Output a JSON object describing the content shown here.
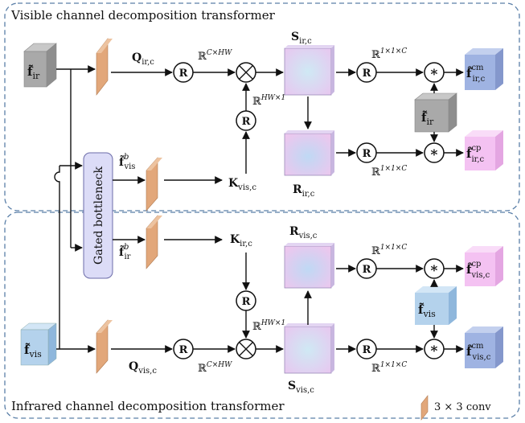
{
  "titles": {
    "top": "Visible channel decomposition transformer",
    "bottom": "Infrared channel decomposition transformer"
  },
  "legend": {
    "conv": "3 × 3 conv"
  },
  "gated": {
    "label": "Gated bottleneck"
  },
  "ops": {
    "reshape": "R",
    "matmul": "⊗",
    "mult": "*"
  },
  "top": {
    "input": {
      "main": "f̃",
      "sub": "ir"
    },
    "q": {
      "main": "Q",
      "sub": "ir,c"
    },
    "k": {
      "main": "K",
      "sub": "vis,c"
    },
    "s": {
      "main": "S",
      "sub": "ir,c"
    },
    "r": {
      "main": "R",
      "sub": "ir,c"
    },
    "fb": {
      "main": "f̃",
      "sup": "b",
      "sub": "vis"
    },
    "dim_chw": {
      "main": "ℝ",
      "sup": "C×HW"
    },
    "dim_hw1": {
      "main": "ℝ",
      "sup": "HW×1"
    },
    "dim_11c_a": {
      "main": "ℝ",
      "sup": "1×1×C"
    },
    "dim_11c_b": {
      "main": "ℝ",
      "sup": "1×1×C"
    },
    "mid_input": {
      "main": "f̃",
      "sub": "ir"
    },
    "out_cm": {
      "main": "f̂",
      "sup": "cm",
      "sub": "ir,c"
    },
    "out_cp": {
      "main": "f̂",
      "sup": "cp",
      "sub": "ir,c"
    }
  },
  "bottom": {
    "input": {
      "main": "f̃",
      "sub": "vis"
    },
    "q": {
      "main": "Q",
      "sub": "vis,c"
    },
    "k": {
      "main": "K",
      "sub": "ir,c"
    },
    "s": {
      "main": "S",
      "sub": "vis,c"
    },
    "r": {
      "main": "R",
      "sub": "vis,c"
    },
    "fb": {
      "main": "f̃",
      "sup": "b",
      "sub": "ir"
    },
    "dim_chw": {
      "main": "ℝ",
      "sup": "C×HW"
    },
    "dim_hw1": {
      "main": "ℝ",
      "sup": "HW×1"
    },
    "dim_11c_a": {
      "main": "ℝ",
      "sup": "1×1×C"
    },
    "dim_11c_b": {
      "main": "ℝ",
      "sup": "1×1×C"
    },
    "mid_input": {
      "main": "f̃",
      "sub": "vis"
    },
    "out_cp": {
      "main": "f̂",
      "sup": "cp",
      "sub": "vis,c"
    },
    "out_cm": {
      "main": "f̂",
      "sup": "cm",
      "sub": "vis,c"
    }
  },
  "colors": {
    "conv": "#e2a77a",
    "ir_cube": "#a9a9a9",
    "vis_cube": "#b4d2ec",
    "cm_cube": "#9fb3e2",
    "cp_cube": "#f4c2f2",
    "attention": "#d7c9ef",
    "gated": "#dcdcf7",
    "frame": "#5a7fa8"
  }
}
